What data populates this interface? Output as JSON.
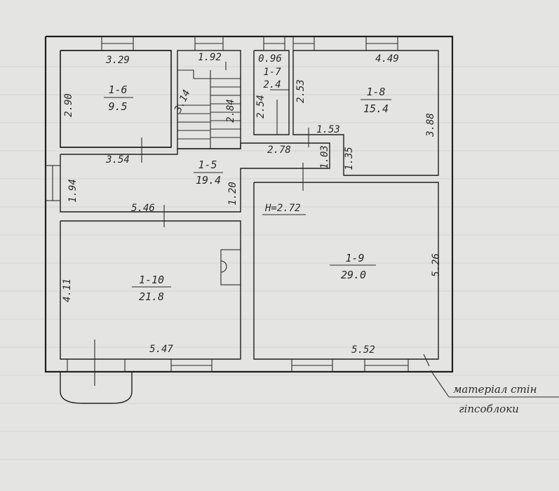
{
  "rooms": [
    {
      "id": "1-6",
      "area": "9.5"
    },
    {
      "id": "1-7",
      "area": "2.4"
    },
    {
      "id": "1-8",
      "area": "15.4"
    },
    {
      "id": "1-5",
      "area": "19.4"
    },
    {
      "id": "1-9",
      "area": "29.0"
    },
    {
      "id": "1-10",
      "area": "21.8"
    }
  ],
  "dimensions": [
    "3.29",
    "1.92",
    "0.96",
    "4.49",
    "2.90",
    "3.14",
    "2.84",
    "2.54",
    "2.53",
    "3.88",
    "1.53",
    "1.03",
    "1.35",
    "2.78",
    "3.54",
    "1.94",
    "1.20",
    "5.46",
    "4.11",
    "5.47",
    "5.52",
    "5.26"
  ],
  "height_label": "H=2.72",
  "note": {
    "line1": "матеріал стін",
    "line2": "гіпсоблоки"
  },
  "colors": {
    "paper": "#e4e4e2",
    "ink": "#1e1e1e"
  }
}
